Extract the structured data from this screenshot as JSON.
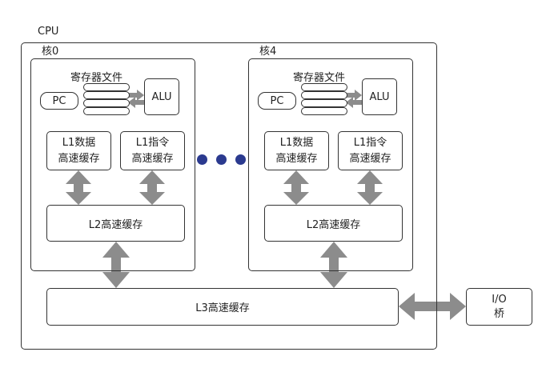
{
  "cpu_label": "CPU",
  "core_left": {
    "title": "核0",
    "register_file": "寄存器文件",
    "pc": "PC",
    "alu": "ALU",
    "l1_data": [
      "L1数据",
      "高速缓存"
    ],
    "l1_instr": [
      "L1指令",
      "高速缓存"
    ],
    "l2": "L2高速缓存"
  },
  "core_right": {
    "title": "核4",
    "register_file": "寄存器文件",
    "pc": "PC",
    "alu": "ALU",
    "l1_data": [
      "L1数据",
      "高速缓存"
    ],
    "l1_instr": [
      "L1指令",
      "高速缓存"
    ],
    "l2": "L2高速缓存"
  },
  "l3": "L3高速缓存",
  "io_bridge": [
    "I/O",
    "桥"
  ],
  "colors": {
    "arrow": "#8c8c8c",
    "dots": "#2b3a8f",
    "border": "#333333"
  }
}
